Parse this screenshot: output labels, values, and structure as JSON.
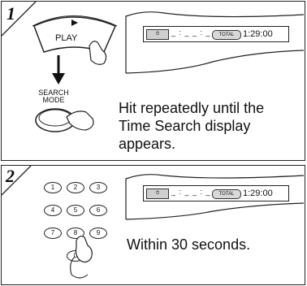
{
  "step1": {
    "number": "1",
    "play_label": "PLAY",
    "search_mode_line1": "SEARCH",
    "search_mode_line2": "MODE",
    "display": {
      "clock": "⏱",
      "dashes": "_ : _ _ : _ _",
      "badge": "TOTAL",
      "time": "1:29:00"
    },
    "instruction_lines": [
      "Hit repeatedly until the",
      "Time Search display",
      "appears."
    ]
  },
  "step2": {
    "number": "2",
    "keys": [
      "1",
      "2",
      "3",
      "4",
      "5",
      "6",
      "7",
      "8",
      "9",
      "0"
    ],
    "display": {
      "clock": "⏱",
      "dashes": "_ : _ _ : _ _",
      "badge": "TOTAL",
      "time": "1:29:00"
    },
    "instruction": "Within 30 seconds."
  }
}
